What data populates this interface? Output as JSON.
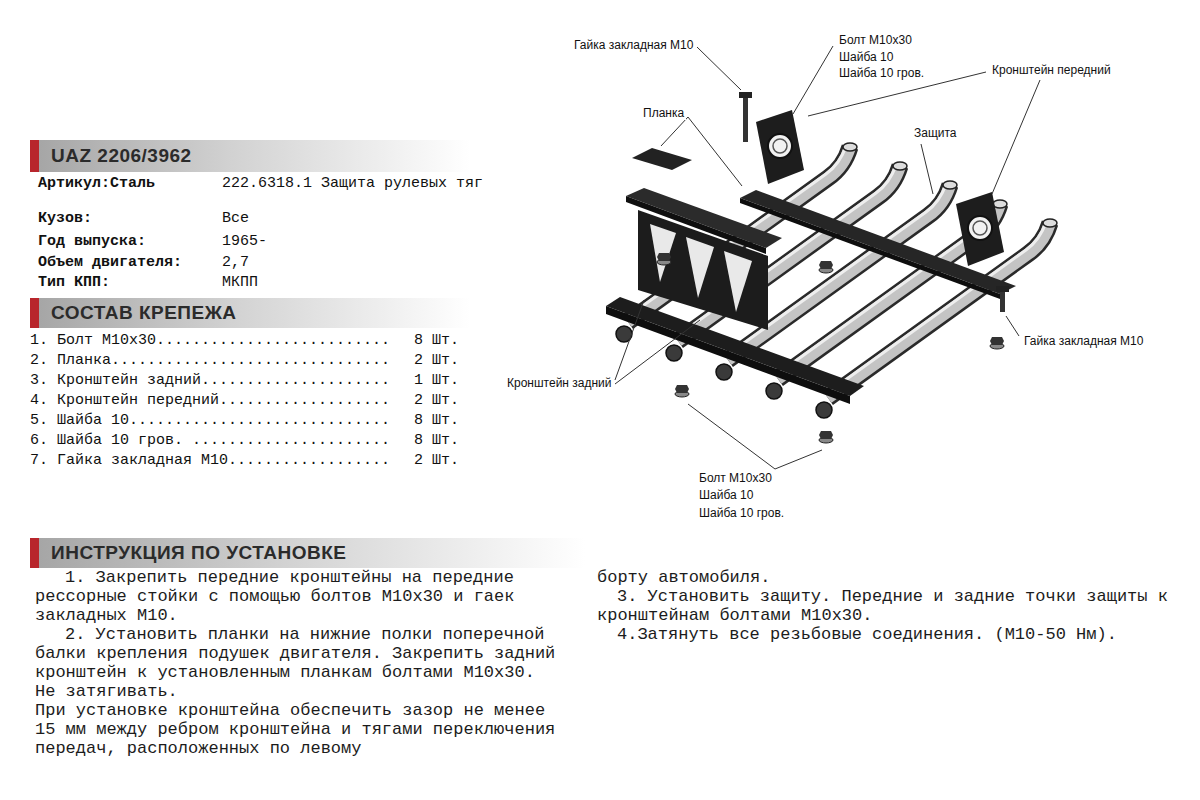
{
  "diagram": {
    "nodes": [
      {
        "text": [
          "UAZ 2206/3962"
        ]
      },
      {
        "text": [
          "СОСТАВ КРЕПЕЖА"
        ]
      },
      {
        "text": [
          "ИНСТРУКЦИЯ ПО УСТАНОВКЕ"
        ]
      }
    ],
    "labels": [
      "Артикул:Сталь",
      "222.6318.1 Защита рулевых тяг",
      "Кузов:",
      "Все",
      "Год выпуска:",
      "1965-",
      "Объем двигателя:",
      "2,7",
      "Тип КПП:",
      "МКПП",
      "1. Болт М10х30..........................",
      "8 Шт.",
      "2. Планка...............................",
      "2 Шт.",
      "3. Кронштейн задний.....................",
      "1 Шт.",
      "4. Кронштейн передний...................",
      "2 Шт.",
      "5. Шайба 10.............................",
      "8 Шт.",
      "6. Шайба 10 гров. ......................",
      "8 Шт.",
      "7. Гайка закладная М10..................",
      "2 Шт.",
      "1. Закрепить передние кронштейны на передние рессорные стойки с помощью болтов М10х30 и гаек закладных М10.",
      "2. Установить планки на нижние полки поперечной балки крепления подушек двигателя. Закрепить задний кронштейн к установленным планкам болтами М10х30.",
      "Не затягивать.",
      "При установке кронштейна обеспечить зазор не менее 15 мм между ребром кронштейна и тягами переключения передач, расположенных по левому",
      "борту автомобиля.",
      "3. Установить защиту. Передние и задние точки защиты к кронштейнам болтами М10х30.",
      "4.Затянуть все резьбовые соединения. (М10-50 Нм).",
      "Гайка закладная М10",
      "Болт М10х30",
      "Шайба 10",
      "Шайба 10 гров.",
      "Кронштейн передний",
      "Планка",
      "Защита",
      "Гайка закладная М10",
      "Кронштейн задний",
      "Болт М10х30",
      "Шайба 10",
      "Шайба 10 гров."
    ]
  }
}
